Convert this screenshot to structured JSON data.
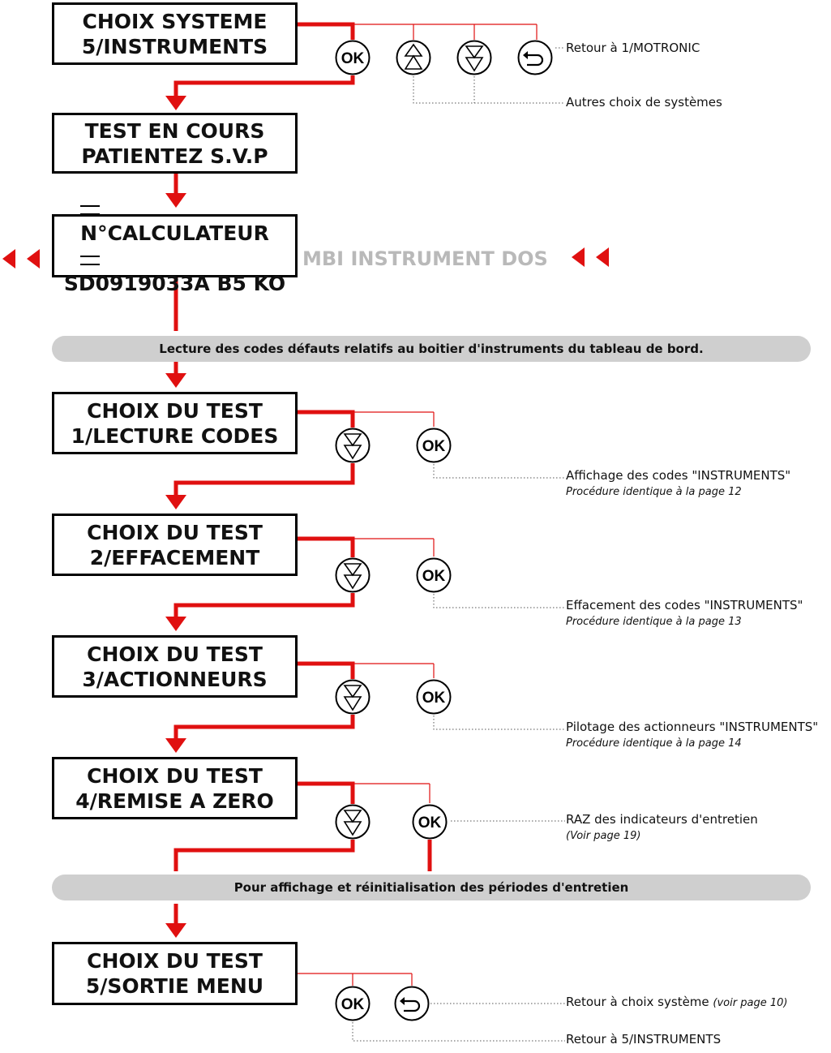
{
  "colors": {
    "accent": "#e01010",
    "banner": "#cfcfcf",
    "grey_text": "#b9b9b9"
  },
  "steps": {
    "choix_systeme": {
      "line1": "CHOIX SYSTEME",
      "line2": "5/INSTRUMENTS"
    },
    "test_en_cours": {
      "line1": "TEST EN COURS",
      "line2": "PATIENTEZ S.V.P"
    },
    "calculateur": {
      "line1": "N°CALCULATEUR",
      "line2": "SD0919033A B5 KO",
      "suffix": "MBI INSTRUMENT DOS"
    },
    "test1": {
      "line1": "CHOIX DU TEST",
      "line2": "1/LECTURE CODES"
    },
    "test2": {
      "line1": "CHOIX DU TEST",
      "line2": "2/EFFACEMENT"
    },
    "test3": {
      "line1": "CHOIX DU TEST",
      "line2": "3/ACTIONNEURS"
    },
    "test4": {
      "line1": "CHOIX DU TEST",
      "line2": "4/REMISE A ZERO"
    },
    "test5": {
      "line1": "CHOIX DU TEST",
      "line2": "5/SORTIE MENU"
    }
  },
  "buttons": {
    "ok": "OK",
    "icons": [
      "ok-icon",
      "arrow-up-icon",
      "arrow-down-icon",
      "return-icon"
    ]
  },
  "notes": {
    "retour_motronic": "Retour à 1/MOTRONIC",
    "autres_choix": "Autres choix de systèmes",
    "test1_main": "Affichage des codes \"INSTRUMENTS\"",
    "test1_sub": "Procédure identique à la page 12",
    "test2_main": "Effacement des codes \"INSTRUMENTS\"",
    "test2_sub": "Procédure identique à la page 13",
    "test3_main": "Pilotage des actionneurs \"INSTRUMENTS\"",
    "test3_sub": "Procédure identique à la page 14",
    "test4_main": "RAZ des indicateurs d'entretien",
    "test4_sub": "(Voir page 19)",
    "retour_choix_main": "Retour à choix système",
    "retour_choix_sub": "(voir page 10)",
    "retour_instruments": "Retour à 5/INSTRUMENTS"
  },
  "banners": {
    "lecture": "Lecture des codes défauts relatifs au boitier d'instruments du tableau de bord.",
    "entretien": "Pour affichage et réinitialisation des périodes d'entretien"
  }
}
